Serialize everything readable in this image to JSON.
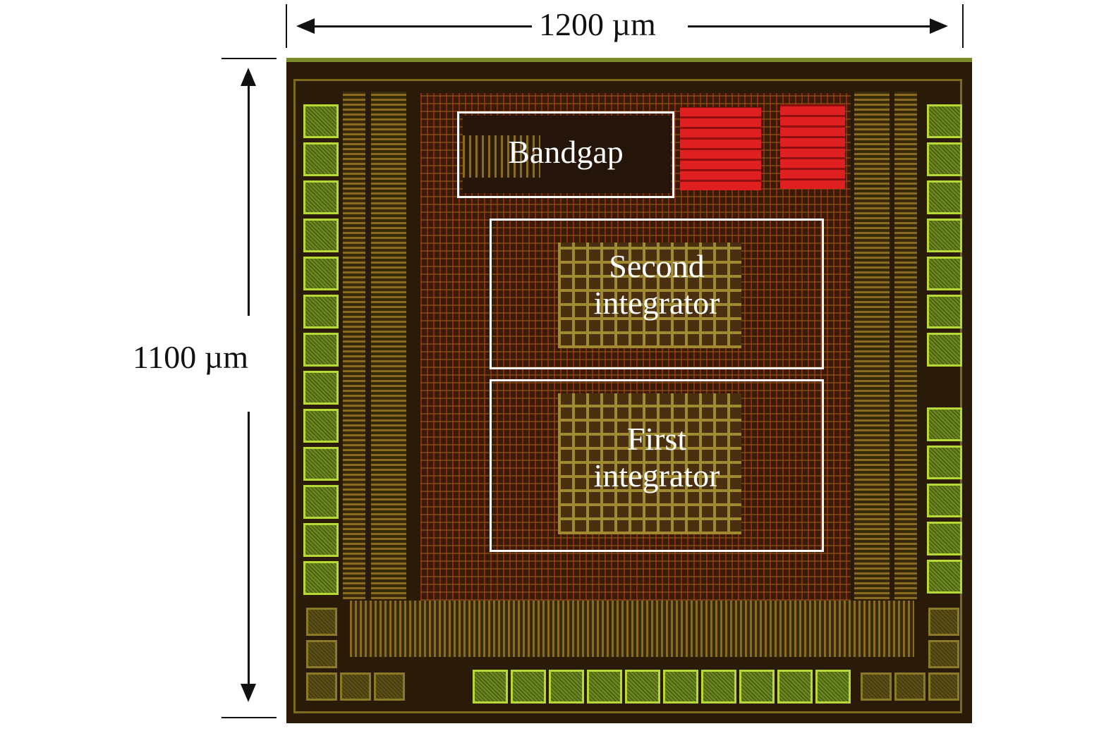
{
  "dimensions": {
    "width_label": "1200 µm",
    "height_label": "1100 µm"
  },
  "blocks": {
    "bandgap": {
      "label": "Bandgap"
    },
    "second_integrator": {
      "line1": "Second",
      "line2": "integrator"
    },
    "first_integrator": {
      "line1": "First",
      "line2": "integrator"
    }
  },
  "colors": {
    "pad_green": "#b8d838",
    "metal_red": "#e02020",
    "substrate": "#2a1a08",
    "label_white": "#ffffff"
  }
}
